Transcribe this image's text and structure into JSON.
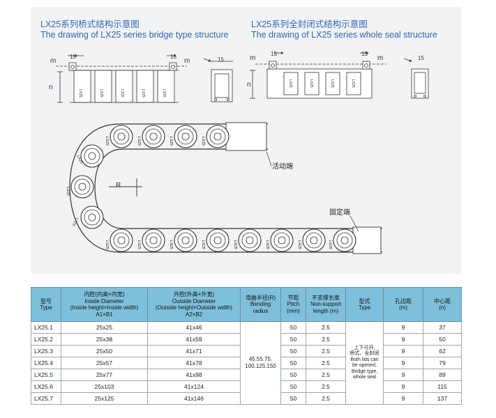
{
  "captions": {
    "left_zh": "LX25系列桥式结构示意图",
    "left_en": "The drawing of LX25 series bridge type structure",
    "right_zh": "LX25系列全封闭式结构示意图",
    "right_en": "The drawing of LX25 series whole seal structure"
  },
  "drawing_labels": {
    "m": "m",
    "n": "n",
    "dim15": "15",
    "R": "R",
    "moving_end": "活动端",
    "fixed_end": "固定端",
    "link_mark": "LX25"
  },
  "table": {
    "headers": {
      "type": [
        "型号",
        "Type"
      ],
      "inside": [
        "内腔(内高×内宽)",
        "Inside Diameter",
        "(Inside height×Inside width)",
        "A1×B1"
      ],
      "outside": [
        "外腔(外高×外宽)",
        "Outside Diameter",
        "(Outside height×Outside width)",
        "A2×B2"
      ],
      "bending": [
        "弯曲半径(R)",
        "Bending",
        "radius"
      ],
      "pitch": [
        "节距",
        "Pitch",
        "(mm)"
      ],
      "nonsupport": [
        "不支撑长度",
        "Non-support",
        "length (m)"
      ],
      "style": [
        "型式",
        "Type"
      ],
      "hole": [
        "孔边距",
        "(m)"
      ],
      "center": [
        "中心距",
        "(n)"
      ]
    },
    "rows": [
      {
        "type": "LX25.1",
        "inside": "25x25",
        "outside": "41x46",
        "pitch": "50",
        "nonsupport": "2.5",
        "hole": "9",
        "center": "37"
      },
      {
        "type": "LX25.2",
        "inside": "25x38",
        "outside": "41x59",
        "pitch": "50",
        "nonsupport": "2.5",
        "hole": "9",
        "center": "50"
      },
      {
        "type": "LX25.3",
        "inside": "25x50",
        "outside": "41x71",
        "pitch": "50",
        "nonsupport": "2.5",
        "hole": "9",
        "center": "62"
      },
      {
        "type": "LX25.4",
        "inside": "25x57",
        "outside": "41x78",
        "pitch": "50",
        "nonsupport": "2.5",
        "hole": "9",
        "center": "79"
      },
      {
        "type": "LX25.5",
        "inside": "25x77",
        "outside": "41x98",
        "pitch": "50",
        "nonsupport": "2.5",
        "hole": "9",
        "center": "89"
      },
      {
        "type": "LX25.6",
        "inside": "25x103",
        "outside": "41x124",
        "pitch": "50",
        "nonsupport": "2.5",
        "hole": "9",
        "center": "115"
      },
      {
        "type": "LX25.7",
        "inside": "25x125",
        "outside": "41x146",
        "pitch": "50",
        "nonsupport": "2.5",
        "hole": "9",
        "center": "137"
      }
    ],
    "bending_values": [
      "45.55.75.",
      "100.125.150"
    ],
    "style_values": [
      "上下可开,",
      "桥式、全封闭",
      "Both lids can",
      "be opened,",
      "Bridge type,",
      "whole seal"
    ]
  }
}
